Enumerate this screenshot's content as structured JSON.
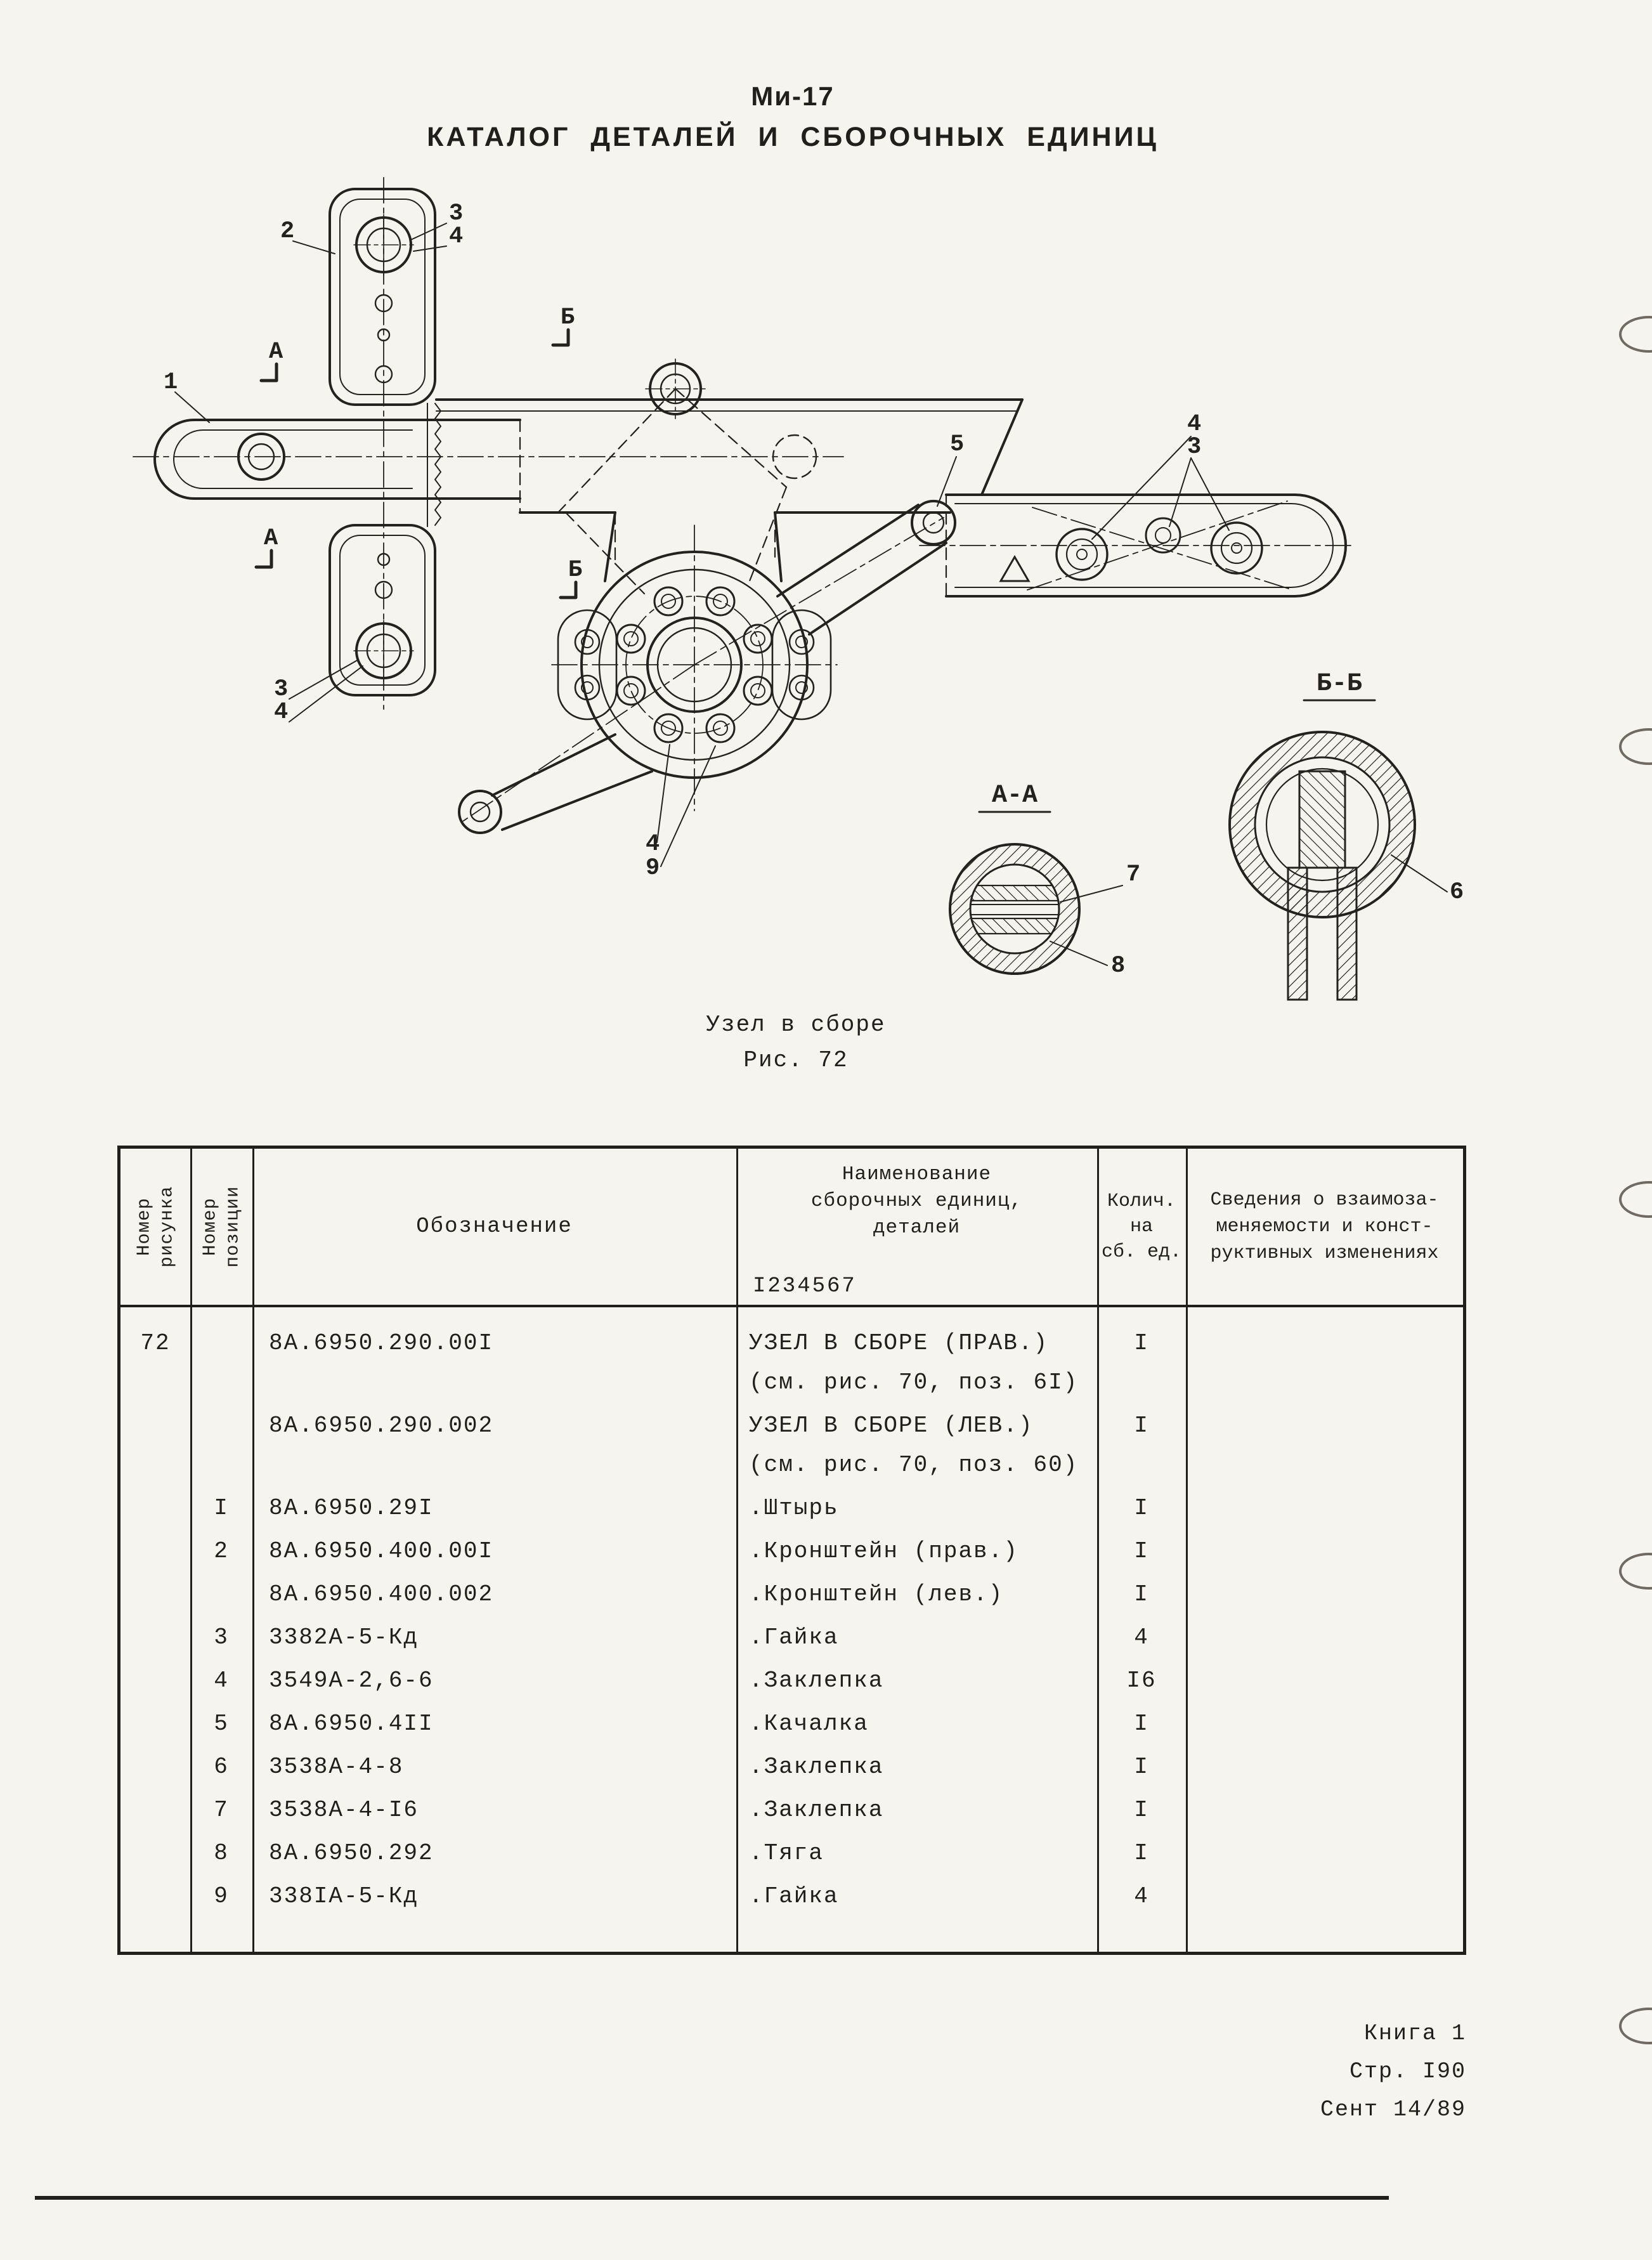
{
  "page": {
    "model": "Ми-17",
    "title": "КАТАЛОГ ДЕТАЛЕЙ И СБОРОЧНЫХ ЕДИНИЦ",
    "caption": {
      "line1": "Узел в сборе",
      "line2": "Рис. 72"
    },
    "footer": {
      "book": "Книга 1",
      "page": "Стр. I90",
      "date": "Сент 14/89"
    }
  },
  "figure": {
    "callouts": {
      "n1": "1",
      "n2": "2",
      "n3": "3",
      "n4": "4",
      "n5": "5",
      "n6": "6",
      "n7": "7",
      "n8": "8",
      "n9": "9"
    },
    "sections": {
      "aa": "А-А",
      "bb": "Б-Б",
      "cut_a": "А",
      "cut_b": "Б"
    }
  },
  "table": {
    "headers": {
      "fig_lines": [
        "Номер",
        "рисунка"
      ],
      "pos_lines": [
        "Номер",
        "позиции"
      ],
      "designation": "Обозначение",
      "name_lines": [
        "Наименование",
        "сборочных единиц,",
        "деталей"
      ],
      "name_code": "I234567",
      "qty_lines": [
        "Колич.",
        "на",
        "сб. ед."
      ],
      "notes_lines": [
        "Сведения о взаимоза-",
        "меняемости и конст-",
        "руктивных изменениях"
      ]
    },
    "rows": [
      {
        "fig": "72",
        "pos": "",
        "code": "8А.6950.290.00I",
        "name": [
          "УЗЕЛ В СБОРЕ (ПРАВ.)",
          "(см. рис. 70, поз. 6I)"
        ],
        "qty": "I",
        "notes": ""
      },
      {
        "fig": "",
        "pos": "",
        "code": "8А.6950.290.002",
        "name": [
          "УЗЕЛ В СБОРЕ (ЛЕВ.)",
          "(см. рис. 70, поз. 60)"
        ],
        "qty": "I",
        "notes": ""
      },
      {
        "fig": "",
        "pos": "I",
        "code": "8А.6950.29I",
        "name": [
          ".Штырь"
        ],
        "qty": "I",
        "notes": ""
      },
      {
        "fig": "",
        "pos": "2",
        "code": "8А.6950.400.00I",
        "name": [
          ".Кронштейн (прав.)"
        ],
        "qty": "I",
        "notes": ""
      },
      {
        "fig": "",
        "pos": "",
        "code": "8А.6950.400.002",
        "name": [
          ".Кронштейн (лев.)"
        ],
        "qty": "I",
        "notes": ""
      },
      {
        "fig": "",
        "pos": "3",
        "code": "3382А-5-Кд",
        "name": [
          ".Гайка"
        ],
        "qty": "4",
        "notes": ""
      },
      {
        "fig": "",
        "pos": "4",
        "code": "3549А-2,6-6",
        "name": [
          ".Заклепка"
        ],
        "qty": "I6",
        "notes": ""
      },
      {
        "fig": "",
        "pos": "5",
        "code": "8А.6950.4II",
        "name": [
          ".Качалка"
        ],
        "qty": "I",
        "notes": ""
      },
      {
        "fig": "",
        "pos": "6",
        "code": "3538А-4-8",
        "name": [
          ".Заклепка"
        ],
        "qty": "I",
        "notes": ""
      },
      {
        "fig": "",
        "pos": "7",
        "code": "3538А-4-I6",
        "name": [
          ".Заклепка"
        ],
        "qty": "I",
        "notes": ""
      },
      {
        "fig": "",
        "pos": "8",
        "code": "8А.6950.292",
        "name": [
          ".Тяга"
        ],
        "qty": "I",
        "notes": ""
      },
      {
        "fig": "",
        "pos": "9",
        "code": "338IА-5-Кд",
        "name": [
          ".Гайка"
        ],
        "qty": "4",
        "notes": ""
      }
    ]
  },
  "colors": {
    "ink": "#211f1c",
    "paper": "#f6f4ee"
  }
}
